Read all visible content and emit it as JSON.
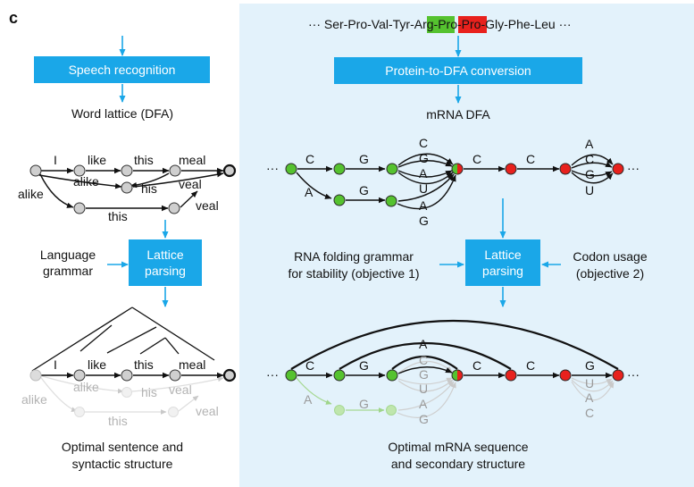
{
  "panel_letter": "c",
  "colors": {
    "accent": "#1aa7e8",
    "panel_bg": "#e3f2fb",
    "green": "#55c22f",
    "red": "#e8211d",
    "gray_node": "#cfcfcf"
  },
  "left": {
    "speech_box": "Speech recognition",
    "word_lattice": "Word lattice (DFA)",
    "lattice_words": [
      "I",
      "like",
      "this",
      "meal",
      "alike",
      "his",
      "veal",
      "veal",
      "this"
    ],
    "language_grammar": [
      "Language",
      "grammar"
    ],
    "lattice_parsing": [
      "Lattice",
      "parsing"
    ],
    "result_words": [
      "I",
      "like",
      "this",
      "meal"
    ],
    "faded_words": [
      "alike",
      "alike",
      "his",
      "veal",
      "this",
      "veal"
    ],
    "bottom_caption": [
      "Optimal sentence and",
      "syntactic structure"
    ]
  },
  "right": {
    "protein_seq": {
      "prefix": "··· Ser-Pro-Val-Tyr-",
      "arg": "Arg",
      "dash": "-",
      "pro": "Pro",
      "suffix": "-Pro-Gly-Phe-Leu ···"
    },
    "conversion_box": "Protein-to-DFA conversion",
    "mrna_dfa": "mRNA DFA",
    "dfa_labels": {
      "dots_left": "···",
      "c1": "C",
      "g1": "G",
      "a1": "A",
      "g2": "G",
      "arg_set1": [
        "C",
        "G",
        "A",
        "U"
      ],
      "arg_set2": [
        "A",
        "G"
      ],
      "c2": "C",
      "c3": "C",
      "pro_set": [
        "A",
        "C",
        "G",
        "U"
      ],
      "dots_right": "···"
    },
    "folding": [
      "RNA folding grammar",
      "for stability (objective 1)"
    ],
    "lattice_parsing": [
      "Lattice",
      "parsing"
    ],
    "codon": [
      "Codon usage",
      "(objective 2)"
    ],
    "opt_labels": {
      "dots_left": "···",
      "c1": "C",
      "g1": "G",
      "a": "A",
      "faded_arg": [
        "C",
        "G",
        "U",
        "A",
        "G"
      ],
      "c2": "C",
      "c3": "C",
      "g3": "G",
      "faded_pro": [
        "U",
        "A",
        "C"
      ],
      "faded_a": "A",
      "faded_g": "G",
      "dots_right": "···"
    },
    "bottom_caption": [
      "Optimal mRNA sequence",
      "and secondary structure"
    ]
  }
}
